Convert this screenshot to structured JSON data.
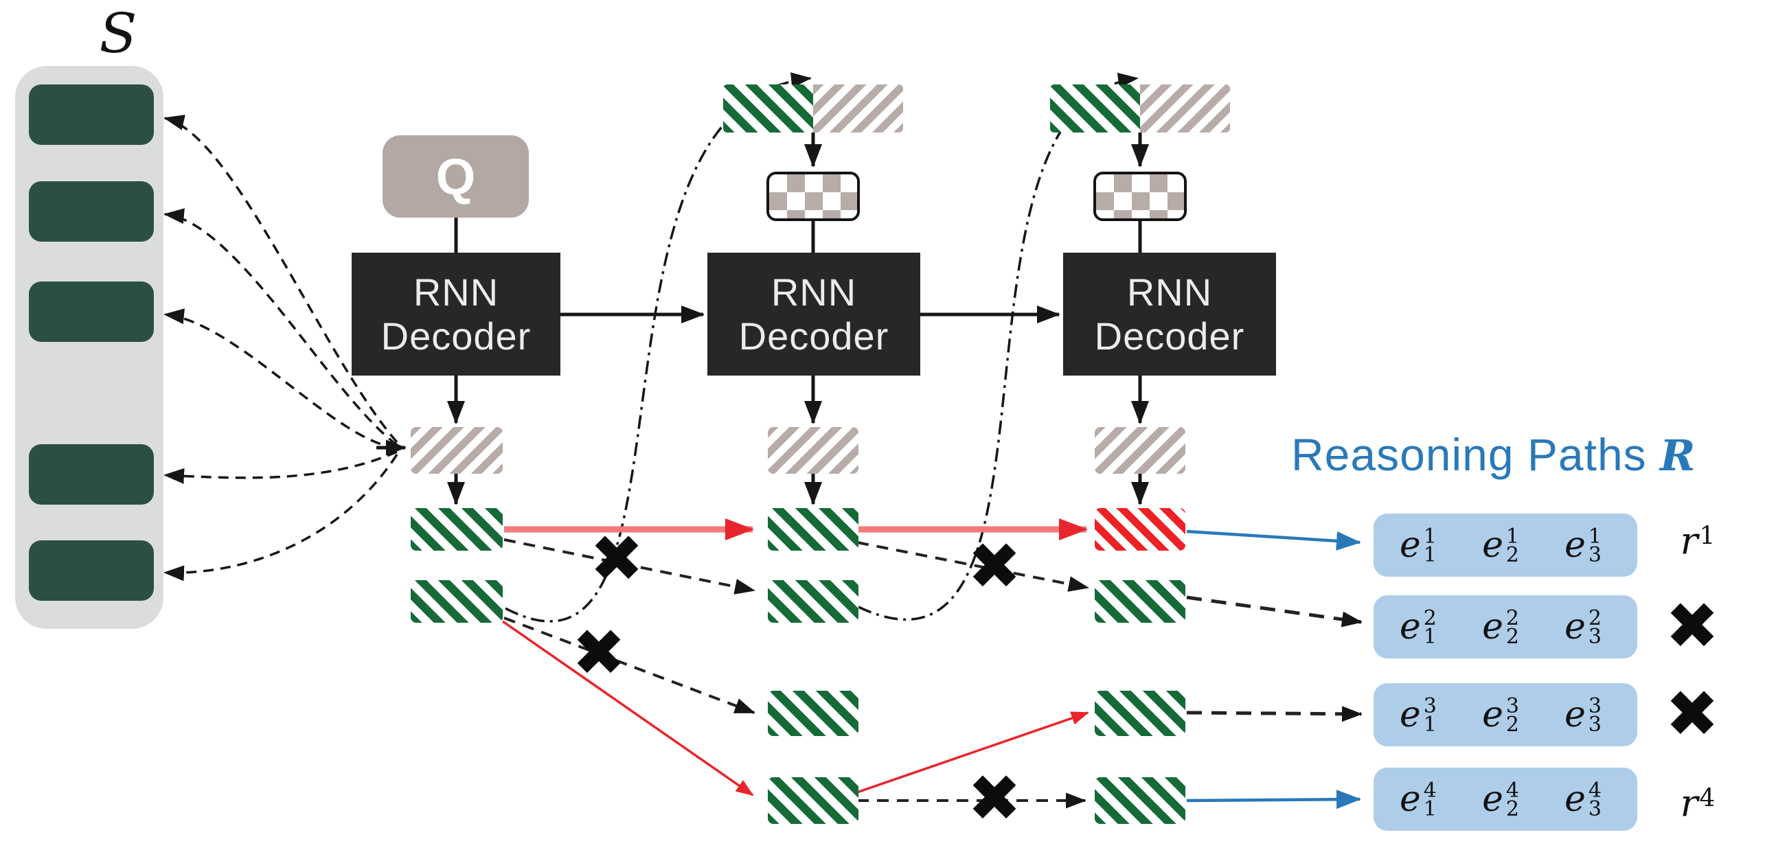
{
  "diagram": {
    "s_panel": {
      "label": "S",
      "box_count": 5
    },
    "query": {
      "label": "Q"
    },
    "decoders": [
      {
        "line1": "RNN",
        "line2": "Decoder"
      },
      {
        "line1": "RNN",
        "line2": "Decoder"
      },
      {
        "line1": "RNN",
        "line2": "Decoder"
      }
    ],
    "title": {
      "text": "Reasoning Paths",
      "symbol": "R"
    },
    "pruned_mark": "✖",
    "paths": [
      {
        "status": "accepted",
        "entities": [
          {
            "base": "e",
            "sup": "1",
            "sub": "1"
          },
          {
            "base": "e",
            "sup": "1",
            "sub": "2"
          },
          {
            "base": "e",
            "sup": "1",
            "sub": "3"
          }
        ],
        "label": {
          "base": "r",
          "sup": "1"
        }
      },
      {
        "status": "rejected",
        "entities": [
          {
            "base": "e",
            "sup": "2",
            "sub": "1"
          },
          {
            "base": "e",
            "sup": "2",
            "sub": "2"
          },
          {
            "base": "e",
            "sup": "2",
            "sub": "3"
          }
        ],
        "label": {
          "glyph": "✖"
        }
      },
      {
        "status": "rejected",
        "entities": [
          {
            "base": "e",
            "sup": "3",
            "sub": "1"
          },
          {
            "base": "e",
            "sup": "3",
            "sub": "2"
          },
          {
            "base": "e",
            "sup": "3",
            "sub": "3"
          }
        ],
        "label": {
          "glyph": "✖"
        }
      },
      {
        "status": "accepted",
        "entities": [
          {
            "base": "e",
            "sup": "4",
            "sub": "1"
          },
          {
            "base": "e",
            "sup": "4",
            "sub": "2"
          },
          {
            "base": "e",
            "sup": "4",
            "sub": "3"
          }
        ],
        "label": {
          "base": "r",
          "sup": "4"
        }
      }
    ],
    "colors": {
      "accent_blue": "#2979b9",
      "path_box_blue": "#aecde9",
      "source_green": "#2c4f44",
      "hatch_green": "#156a38",
      "hatch_gray": "#b7aca7",
      "hatch_red": "#ee2125",
      "q_box_taupe": "#b3a8a3",
      "decoder_black": "#272727",
      "panel_gray": "#dbdddb",
      "arrow_red": "#e8252b",
      "arrow_pink": "#f4797b"
    }
  }
}
